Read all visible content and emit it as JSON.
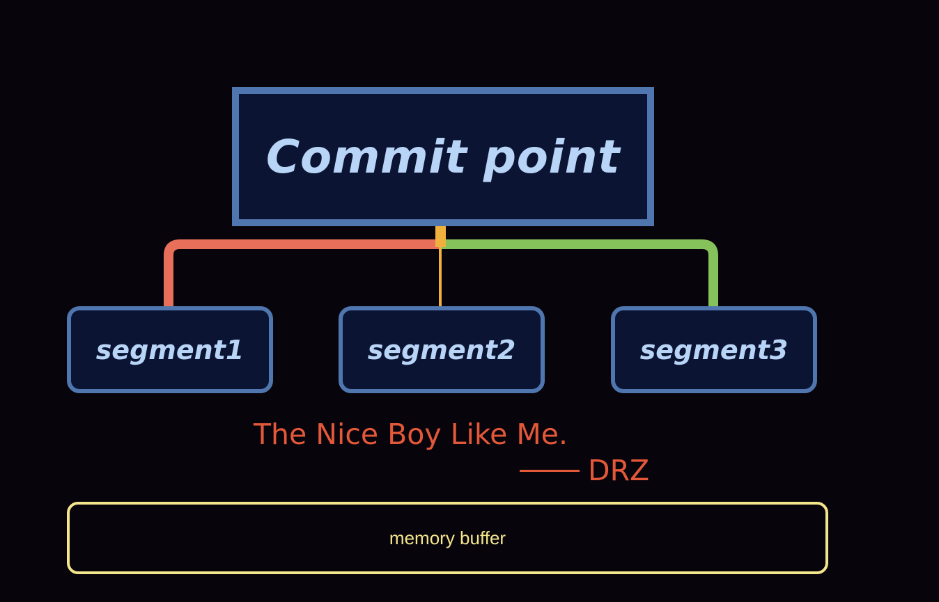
{
  "diagram": {
    "root": {
      "label": "Commit point"
    },
    "segments": [
      {
        "label": "segment1",
        "connector_color": "#e8705a"
      },
      {
        "label": "segment2",
        "connector_color": "#f0b03e"
      },
      {
        "label": "segment3",
        "connector_color": "#86c25c"
      }
    ],
    "quote": {
      "text": "The Nice Boy Like Me.",
      "author": "DRZ"
    },
    "buffer": {
      "label": "memory buffer"
    }
  },
  "colors": {
    "background": "#08040b",
    "box_border": "#4f76ae",
    "box_fill": "#0c1434",
    "box_text": "#b8d4f6",
    "quote": "#e4583a",
    "buffer": "#f4e68c"
  }
}
